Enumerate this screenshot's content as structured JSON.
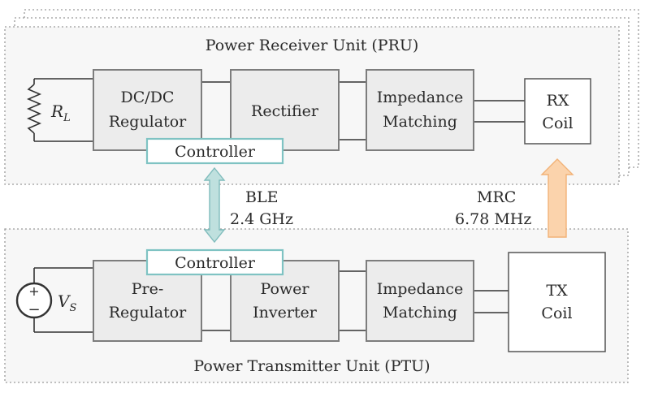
{
  "pru": {
    "title": "Power Receiver Unit (PRU)",
    "load": {
      "symbol": "R",
      "subscript": "L"
    },
    "dcdc": {
      "line1": "DC/DC",
      "line2": "Regulator"
    },
    "rectifier": "Rectifier",
    "matching": {
      "line1": "Impedance",
      "line2": "Matching"
    },
    "coil": {
      "line1": "RX",
      "line2": "Coil"
    },
    "controller": "Controller"
  },
  "ptu": {
    "title": "Power Transmitter Unit (PTU)",
    "source": {
      "symbol": "V",
      "subscript": "S",
      "plus": "+",
      "minus": "−"
    },
    "preregulator": {
      "line1": "Pre-",
      "line2": "Regulator"
    },
    "inverter": {
      "line1": "Power",
      "line2": "Inverter"
    },
    "matching": {
      "line1": "Impedance",
      "line2": "Matching"
    },
    "coil": {
      "line1": "TX",
      "line2": "Coil"
    },
    "controller": "Controller"
  },
  "links": {
    "ble": {
      "line1": "BLE",
      "line2": "2.4 GHz"
    },
    "mrc": {
      "line1": "MRC",
      "line2": "6.78 MHz"
    }
  },
  "colors": {
    "ble_arrow": "#bfe0de",
    "ble_arrow_stroke": "#7fbcbc",
    "mrc_arrow": "#fbd3ac",
    "mrc_arrow_stroke": "#f2b277"
  }
}
